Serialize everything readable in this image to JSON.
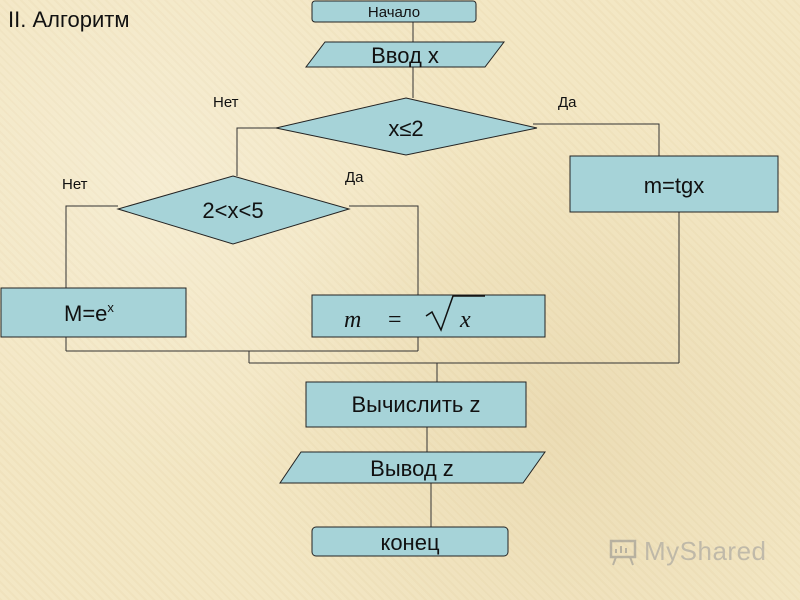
{
  "title": "II. Алгоритм",
  "nodes": {
    "start": "Начало",
    "input": "Ввод x",
    "cond1": "x≤2",
    "cond2": "2<x<5",
    "tg": "m=tgx",
    "exp_base": "M=e",
    "exp_power": "x",
    "sqrt_lhs": "m",
    "sqrt_eq": "=",
    "sqrt_arg": "x",
    "compute": "Вычислить z",
    "output": "Вывод z",
    "end": "конец"
  },
  "branch_labels": {
    "cond1_no": "Нет",
    "cond1_yes": "Да",
    "cond2_no": "Нет",
    "cond2_yes": "Да"
  },
  "watermark": "MyShared",
  "colors": {
    "shape_fill": "#a6d3d8",
    "shape_stroke": "#232323",
    "line": "#333333"
  }
}
